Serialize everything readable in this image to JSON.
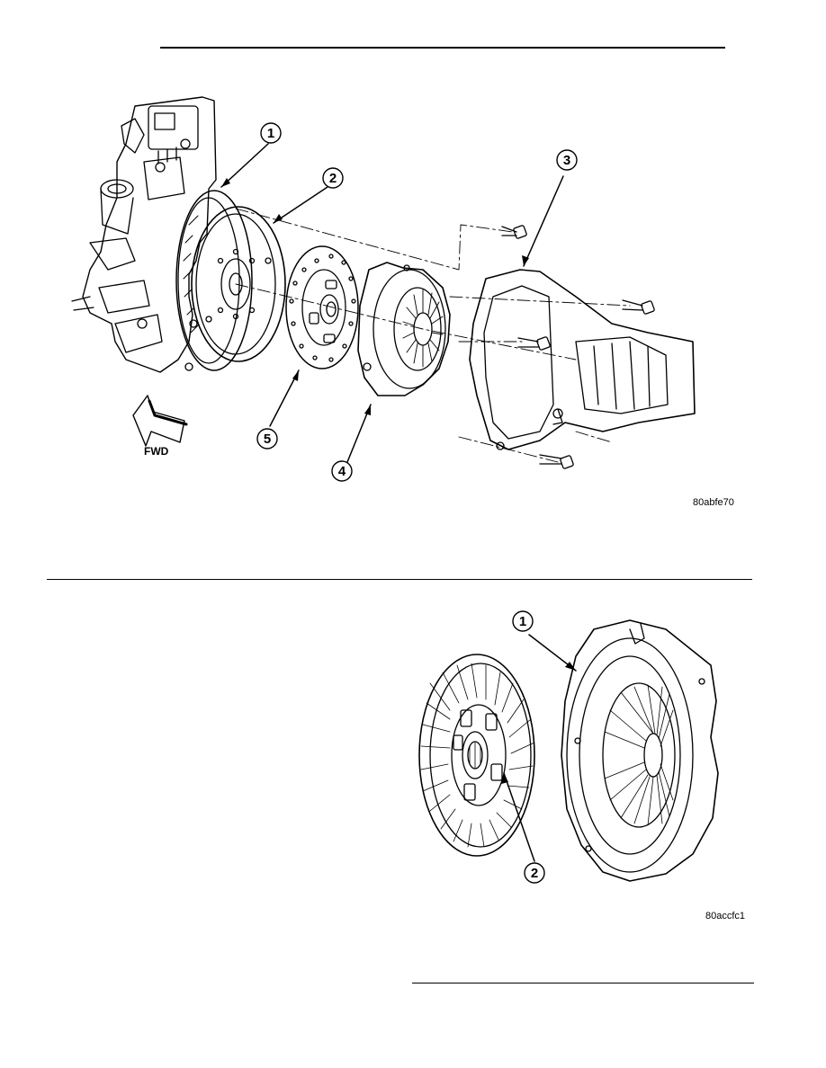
{
  "figure_top": {
    "callouts": [
      "1",
      "2",
      "3",
      "4",
      "5"
    ],
    "direction_label": "FWD",
    "image_code": "80abfe70"
  },
  "figure_bottom": {
    "callouts": [
      "1",
      "2"
    ],
    "image_code": "80accfc1"
  }
}
